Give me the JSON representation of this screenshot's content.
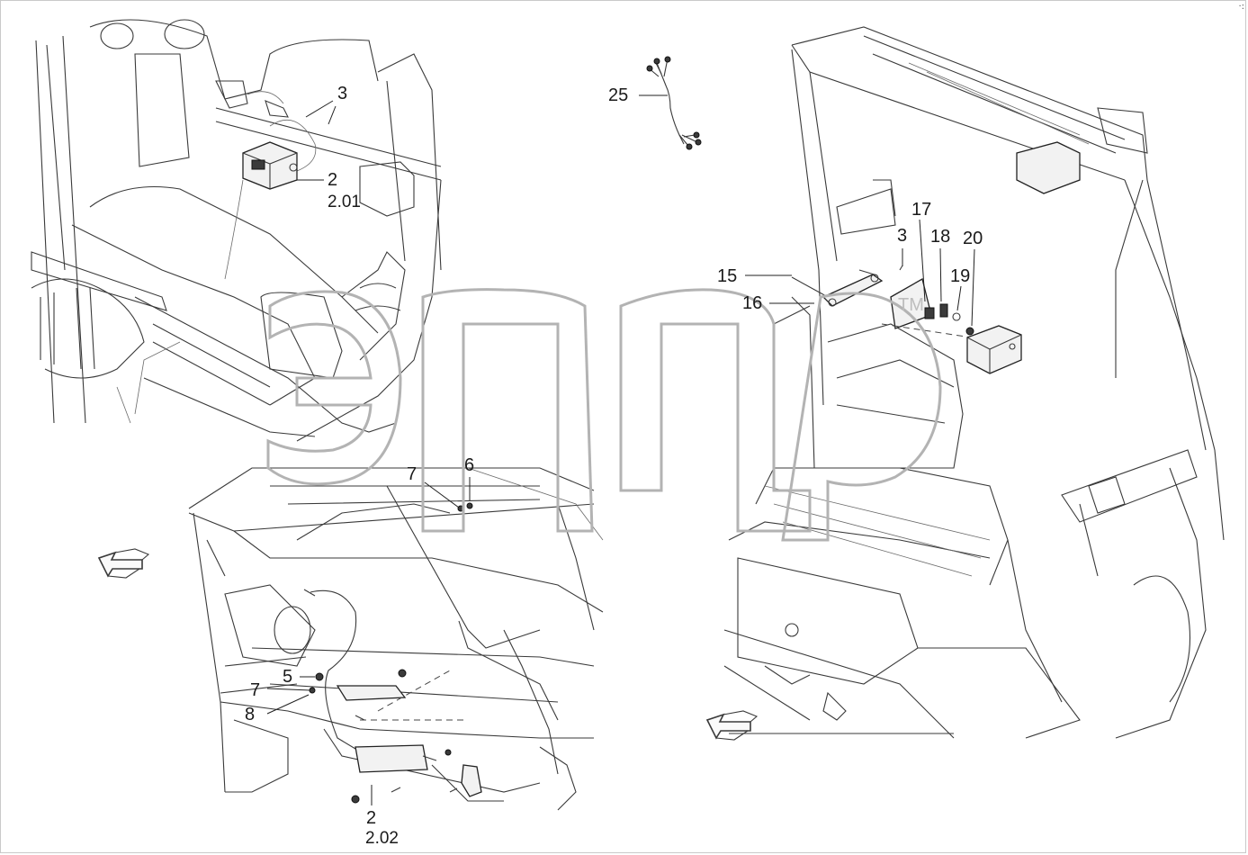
{
  "watermark": {
    "text": "ЭПЦ",
    "tm": "TM"
  },
  "colors": {
    "line": "#3a3a3a",
    "watermark": "#b3b3b3",
    "background": "#ffffff"
  },
  "callouts": {
    "c3_top": "3",
    "c2_top": "2",
    "c2_01": "2.01",
    "c25": "25",
    "c17": "17",
    "c3_right": "3",
    "c18": "18",
    "c20": "20",
    "c15": "15",
    "c19": "19",
    "c16": "16",
    "c7_mid": "7",
    "c6": "6",
    "c5": "5",
    "c7_low": "7",
    "c8": "8",
    "c2_bottom": "2",
    "c2_02": "2.02"
  },
  "icons": [
    "direction-arrow-icon",
    "direction-arrow-icon"
  ]
}
